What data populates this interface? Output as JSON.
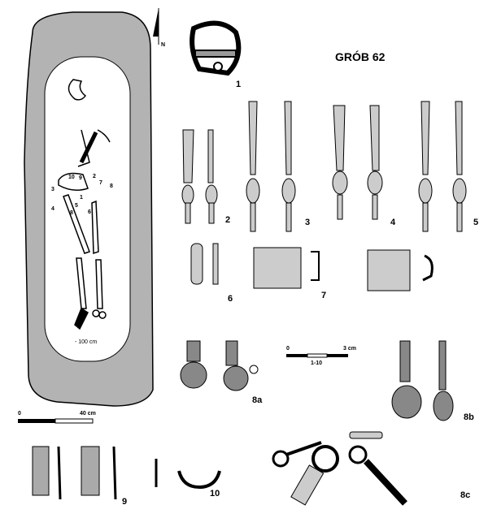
{
  "title": "GRÓB 62",
  "north_label": "N",
  "plan": {
    "depth_label": "- 100 cm",
    "markers": [
      "10",
      "9",
      "2",
      "7",
      "8",
      "3",
      "1",
      "5",
      "4",
      "8",
      "6"
    ],
    "scale": {
      "start": "0",
      "end": "40 cm"
    }
  },
  "artifact_scale": {
    "start": "0",
    "end": "3 cm",
    "ratio": "1-10"
  },
  "artifacts": [
    "1",
    "2",
    "3",
    "4",
    "5",
    "6",
    "7",
    "8a",
    "8b",
    "8c",
    "9",
    "10"
  ],
  "colors": {
    "fill": "#b3b3b3",
    "ink": "#000000"
  }
}
